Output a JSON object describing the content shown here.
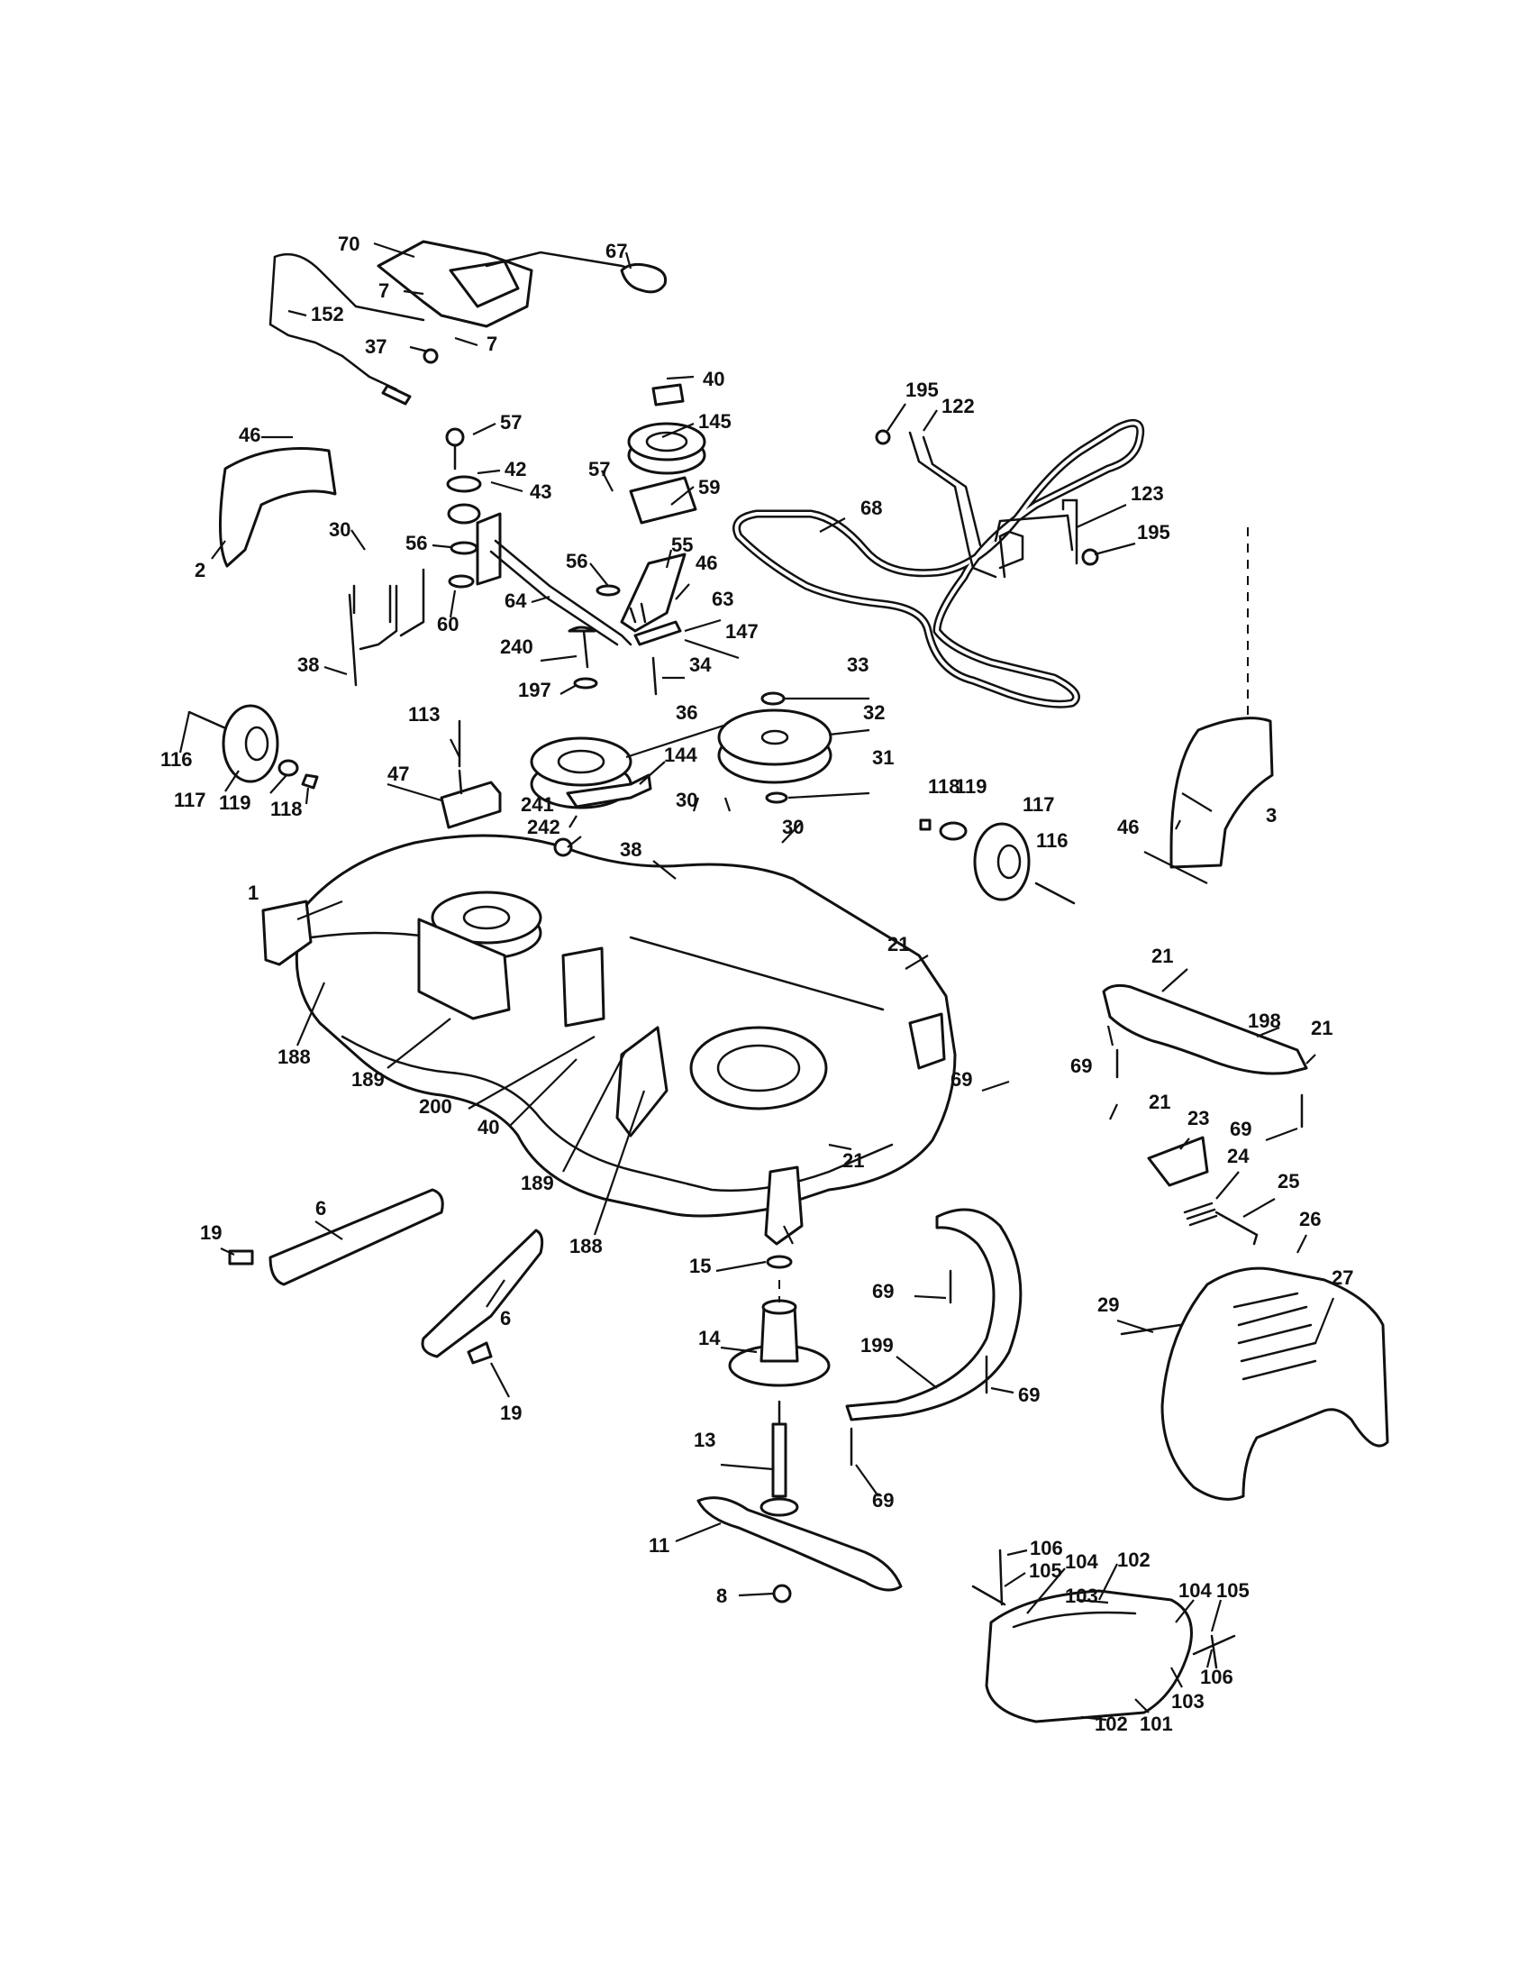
{
  "diagram": {
    "type": "exploded parts diagram",
    "callouts": [
      "70",
      "67",
      "7",
      "7",
      "152",
      "37",
      "40",
      "145",
      "57",
      "42",
      "43",
      "57",
      "59",
      "46",
      "2",
      "30",
      "56",
      "60",
      "38",
      "64",
      "56",
      "55",
      "46",
      "63",
      "240",
      "147",
      "197",
      "34",
      "195",
      "122",
      "68",
      "123",
      "195",
      "116",
      "117",
      "119",
      "118",
      "113",
      "47",
      "36",
      "144",
      "33",
      "32",
      "31",
      "241",
      "242",
      "30",
      "38",
      "30",
      "118",
      "119",
      "117",
      "116",
      "46",
      "3",
      "1",
      "188",
      "189",
      "200",
      "40",
      "189",
      "188",
      "21",
      "69",
      "21",
      "21",
      "198",
      "21",
      "69",
      "69",
      "21",
      "23",
      "24",
      "25",
      "26",
      "27",
      "29",
      "19",
      "6",
      "6",
      "19",
      "15",
      "14",
      "69",
      "199",
      "69",
      "69",
      "13",
      "11",
      "8",
      "106",
      "105",
      "104",
      "102",
      "103",
      "104",
      "105",
      "106",
      "103",
      "102",
      "101"
    ]
  }
}
